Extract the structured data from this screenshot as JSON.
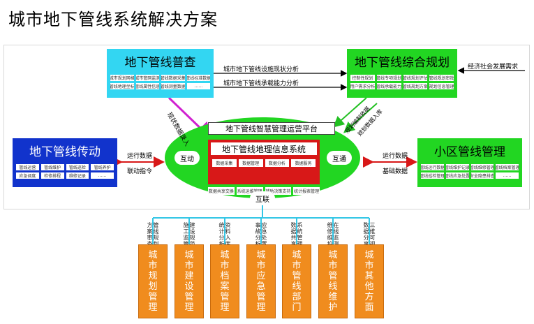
{
  "title": "城市地下管线系统解决方案",
  "survey": {
    "title": "地下管线普查",
    "cells": [
      "城市规划网格",
      "城市管网监测",
      "管线数据采集",
      "管线标准数据",
      "管线地理坐标",
      "管线属性信息",
      "管线测量数据",
      "……"
    ]
  },
  "planning": {
    "title": "地下管线综合规划",
    "cells": [
      "控制性规划",
      "管线专项规划",
      "管线规划评估",
      "管线规划审批",
      "用户需求分析",
      "管线承载能力",
      "管线规划方案",
      "规划信息管理"
    ]
  },
  "transmission": {
    "title": "地下管线传动",
    "cells": [
      "管线运营",
      "管线维护",
      "管线巡检",
      "管线养护",
      "应急调度",
      "检修排程",
      "维修记录",
      "……"
    ]
  },
  "community": {
    "title": "小区管线管理",
    "cells": [
      "管线运行数据",
      "管线维护记录",
      "管线维修管理",
      "管线档案管理",
      "管线巡检管理",
      "管线应急处置",
      "安全隐患排查",
      "……"
    ]
  },
  "center": {
    "platform": "地下管线智慧管理运营平台",
    "gis": "地下管线地理信息系统",
    "top_cells": [
      "数据采集",
      "数据管理",
      "数据分析",
      "数据服务"
    ],
    "bottom_cells": [
      "数据共享交换",
      "系统运维管理",
      "辅助决策支持",
      "统计报表管理"
    ],
    "left_tag": "互动",
    "right_tag": "互通",
    "bottom_tag": "互联"
  },
  "arrows": {
    "survey_to_planning_1": "城市地下管线设施现状分析",
    "survey_to_planning_2": "城市地下管线承载能力分析",
    "social_demand": "经济社会发展需求",
    "survey_to_center": "现状数据录入",
    "planning_to_center_1": "规划编制依据",
    "planning_to_center_2": "规划数据入库",
    "left_top": "运行数据",
    "left_bottom": "联动指令",
    "right_top": "运行数据",
    "right_bottom": "基础数据"
  },
  "departments": [
    {
      "name": "城市规划管理",
      "tag": [
        "管线规划",
        "方案审查"
      ]
    },
    {
      "name": "城市建设管理",
      "tag": [
        "建设规范",
        "施工监管"
      ]
    },
    {
      "name": "城市档案管理",
      "tag": [
        "资料入库",
        "统计分析"
      ]
    },
    {
      "name": "城市应急管理",
      "tag": [
        "应急处置",
        "事故分析"
      ]
    },
    {
      "name": "城市管线部门",
      "tag": [
        "系统管理",
        "数据共享"
      ]
    },
    {
      "name": "城市管线维护",
      "tag": [
        "在线监测",
        "维修维护"
      ]
    },
    {
      "name": "城市其他方面",
      "tag": [
        "三维可视",
        "数据分享"
      ]
    }
  ],
  "colors": {
    "cyan": "#33d6f2",
    "green": "#22d622",
    "blue": "#1133cc",
    "red": "#d81818",
    "orange": "#f08c1e",
    "magenta": "#d020d0"
  }
}
